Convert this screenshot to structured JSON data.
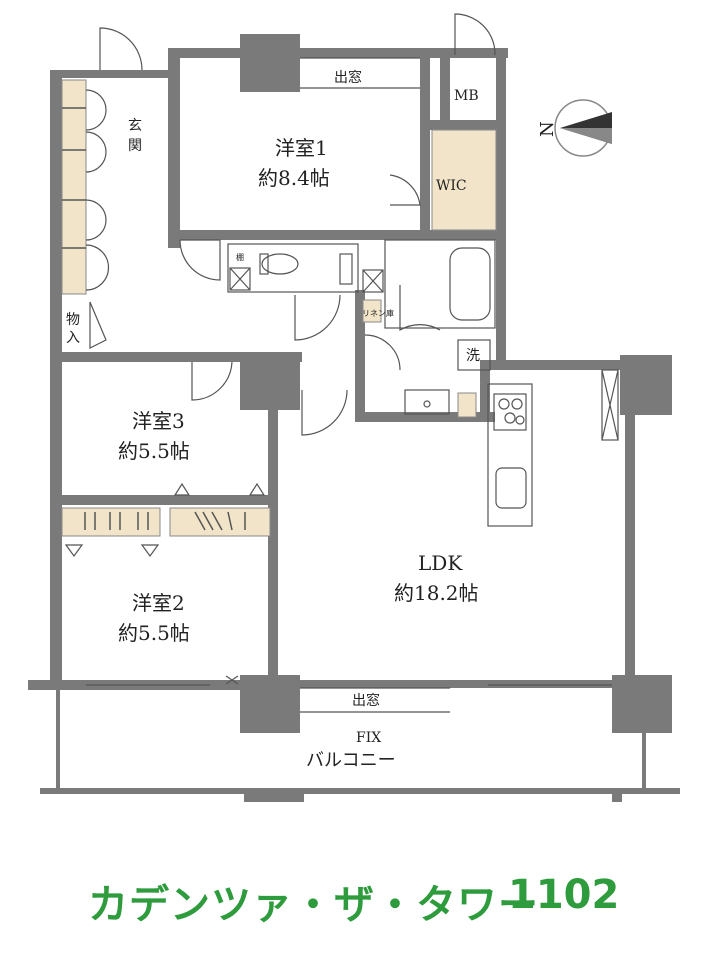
{
  "rooms": {
    "genkan": "玄関",
    "western1_name": "洋室1",
    "western1_size": "約8.4帖",
    "western2_name": "洋室2",
    "western2_size": "約5.5帖",
    "western3_name": "洋室3",
    "western3_size": "約5.5帖",
    "ldk_name": "LDK",
    "ldk_size": "約18.2帖",
    "wic": "WIC",
    "mb": "MB",
    "storage": "物入",
    "wash": "洗",
    "linen": "リネン庫",
    "shelf": "棚"
  },
  "windows": {
    "top_window": "出窓",
    "bottom_window": "出窓",
    "fix": "FIX"
  },
  "balcony": "バルコニー",
  "compass": {
    "north": "N"
  },
  "building": {
    "name": "カデンツァ・ザ・タワー",
    "unit": "1102"
  },
  "colors": {
    "wall": "#7a7a7a",
    "closet_fill": "#f2e4c8",
    "caption_green": "#2e9b3c"
  }
}
